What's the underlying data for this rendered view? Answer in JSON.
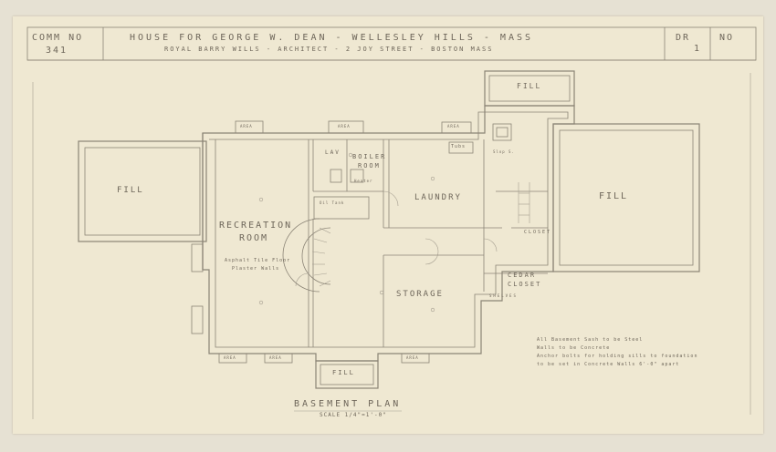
{
  "title_block": {
    "comm_label": "COMM NO",
    "comm_no": "341",
    "title_line": "HOUSE FOR GEORGE W. DEAN - WELLESLEY HILLS - MASS",
    "architect_line": "ROYAL BARRY WILLS - ARCHITECT - 2 JOY STREET - BOSTON MASS",
    "dr_label": "DR",
    "no_label": "NO",
    "sheet_no": "1"
  },
  "rooms": {
    "fill_top": "FILL",
    "fill_left": "FILL",
    "fill_right": "FILL",
    "fill_bottom": "FILL",
    "recreation_line1": "RECREATION",
    "recreation_line2": "ROOM",
    "recreation_note1": "Asphalt Tile Floor",
    "recreation_note2": "Plaster Walls",
    "boiler_line1": "BOILER",
    "boiler_line2": "ROOM",
    "lav": "LAV",
    "laundry": "LAUNDRY",
    "storage": "STORAGE",
    "cedar_line1": "CEDAR",
    "cedar_line2": "CLOSET",
    "closet": "CLOSET",
    "heater": "Heater",
    "tubs": "Tubs",
    "slop_sink": "Slop S.",
    "oil_tank": "Oil Tank",
    "shelves": "SHELVES",
    "areas": [
      "AREA",
      "AREA",
      "AREA",
      "AREA",
      "AREA",
      "AREA"
    ]
  },
  "notes": {
    "line1": "All Basement Sash to be Steel",
    "line2": "Walls to be Concrete",
    "line3": "Anchor bolts for holding sills to foundation",
    "line4": "to be set in Concrete Walls 6'-0\" apart"
  },
  "plan_title": {
    "title": "BASEMENT PLAN",
    "scale": "SCALE 1/4\"=1'-0\""
  },
  "colors": {
    "paper": "#efe8d2",
    "pencil": "#8b8476",
    "background": "#e6e1d3"
  }
}
